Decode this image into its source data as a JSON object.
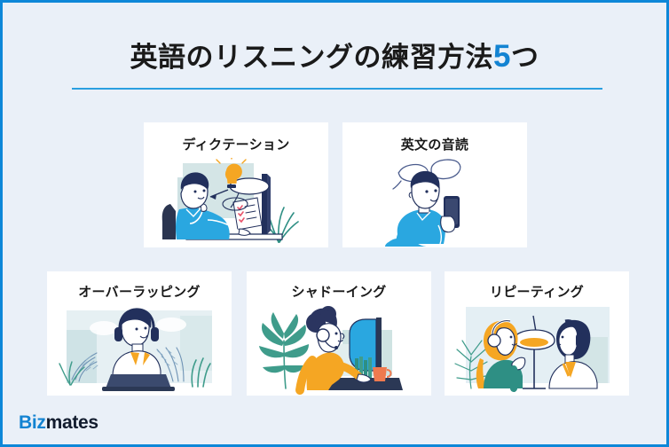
{
  "slide": {
    "background_color": "#eaf0f8",
    "border_color": "#0d87d8",
    "accent_color": "#1383d2"
  },
  "title": {
    "text_before": "英語のリスニングの練習方法",
    "number": "5",
    "text_after": "つ",
    "full_text": "英語のリスニングの練習方法5つ",
    "number_color": "#1383d2",
    "text_color": "#1a1a1a",
    "rule_color": "#2a9fe0"
  },
  "cards": [
    {
      "id": "dictation",
      "label": "ディクテーション",
      "row": 1,
      "illustration": "person-at-desk-with-lightbulb-and-checklist"
    },
    {
      "id": "reading",
      "label": "英文の音読",
      "row": 1,
      "illustration": "person-holding-phone-with-speech-bubbles"
    },
    {
      "id": "overlapping",
      "label": "オーバーラッピング",
      "row": 2,
      "illustration": "person-with-headphones-at-laptop-with-plants"
    },
    {
      "id": "shadowing",
      "label": "シャドーイング",
      "row": 2,
      "illustration": "woman-in-yellow-with-headset-at-monitor"
    },
    {
      "id": "repeating",
      "label": "リピーティング",
      "row": 2,
      "illustration": "two-people-with-headphones-and-microphone"
    }
  ],
  "logo": {
    "part_one": "Biz",
    "part_two": "mates",
    "part_one_color": "#1383d2",
    "part_two_color": "#121c2e"
  }
}
